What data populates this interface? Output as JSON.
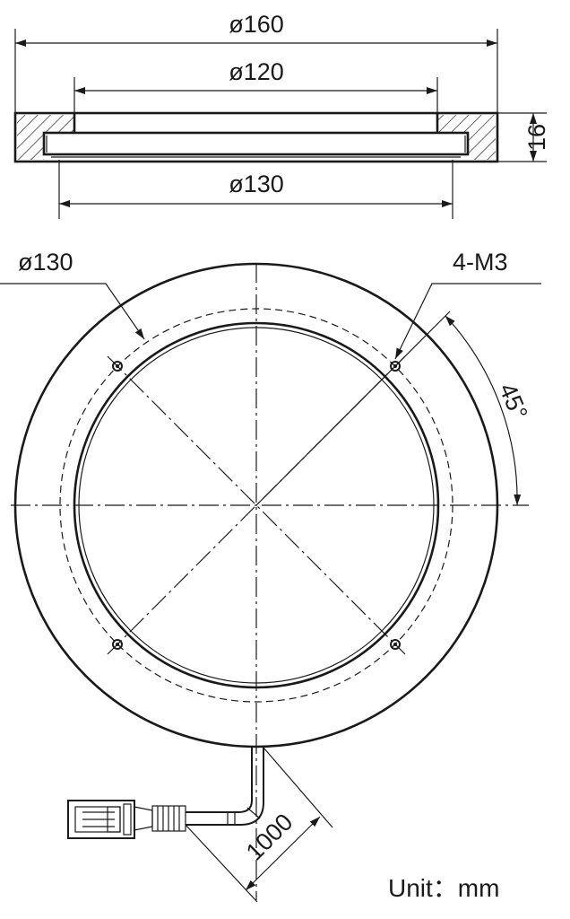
{
  "side_view": {
    "outer_diameter": "ø160",
    "inner_diameter": "ø120",
    "bottom_diameter": "ø130",
    "height": "16"
  },
  "front_view": {
    "bolt_circle": "ø130",
    "holes": "4-M3",
    "angle": "45°"
  },
  "cable": {
    "length": "1000"
  },
  "units": "Unit：mm"
}
